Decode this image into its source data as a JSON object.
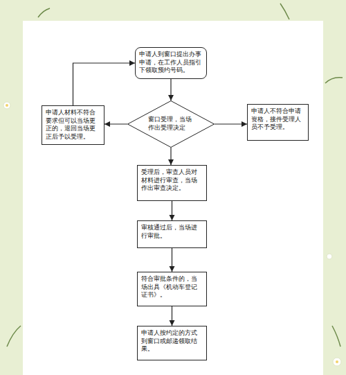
{
  "diagram": {
    "nodes": [
      {
        "text": [
          "申请人到窗口提出办事申请，在工作人员指引下领取预约号码。"
        ]
      },
      {
        "text": [
          "窗口受理，当场作出受理决定"
        ]
      },
      {
        "text": [
          "申请人材料不符合要求但可以当场更正的，退回当场更正后予以受理。"
        ]
      },
      {
        "text": [
          "申请人不符合申请资格，接件受理人员不予受理。"
        ]
      },
      {
        "text": [
          "受理后，审查人员对材料进行审查，当场作出审查决定。"
        ]
      },
      {
        "text": [
          "审核通过后，当场进行审批。"
        ]
      },
      {
        "text": [
          "符合审批条件的，当场出具《机动车登记证书》。"
        ]
      },
      {
        "text": [
          "申请人按约定的方式到窗口或邮递领取结果。"
        ]
      }
    ],
    "edges": [
      {
        "from": 0,
        "to": 1,
        "arrow": "to"
      },
      {
        "from": 1,
        "to": 2,
        "arrow": "to"
      },
      {
        "from": 1,
        "to": 3,
        "arrow": "to"
      },
      {
        "from": 2,
        "to": 0,
        "arrow": "to"
      },
      {
        "from": 1,
        "to": 4,
        "arrow": "to"
      },
      {
        "from": 4,
        "to": 5,
        "arrow": "to"
      },
      {
        "from": 5,
        "to": 6,
        "arrow": "to"
      },
      {
        "from": 6,
        "to": 7,
        "arrow": "to"
      }
    ]
  }
}
